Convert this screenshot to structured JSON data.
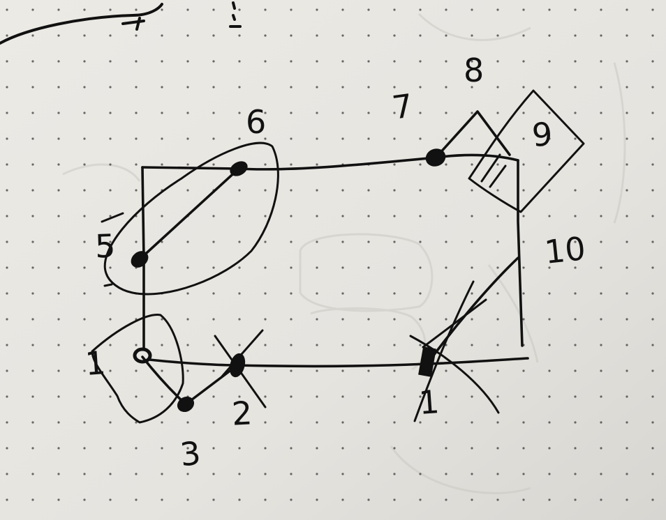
{
  "diagram": {
    "node_labels": [
      {
        "id": "lbl-1",
        "text": "1"
      },
      {
        "id": "lbl-2",
        "text": "2"
      },
      {
        "id": "lbl-3",
        "text": "3"
      },
      {
        "id": "lbl-4",
        "text": "5"
      },
      {
        "id": "lbl-5",
        "text": "6"
      },
      {
        "id": "lbl-6",
        "text": "7"
      },
      {
        "id": "lbl-7",
        "text": "8"
      },
      {
        "id": "lbl-8",
        "text": "9"
      },
      {
        "id": "lbl-9",
        "text": "10"
      },
      {
        "id": "lbl-10",
        "text": "1"
      }
    ]
  },
  "colors": {
    "paper": "#e8e6e1",
    "ink": "#111111",
    "dots": "#3a3a3a",
    "pencil": "#c9c9c2"
  }
}
